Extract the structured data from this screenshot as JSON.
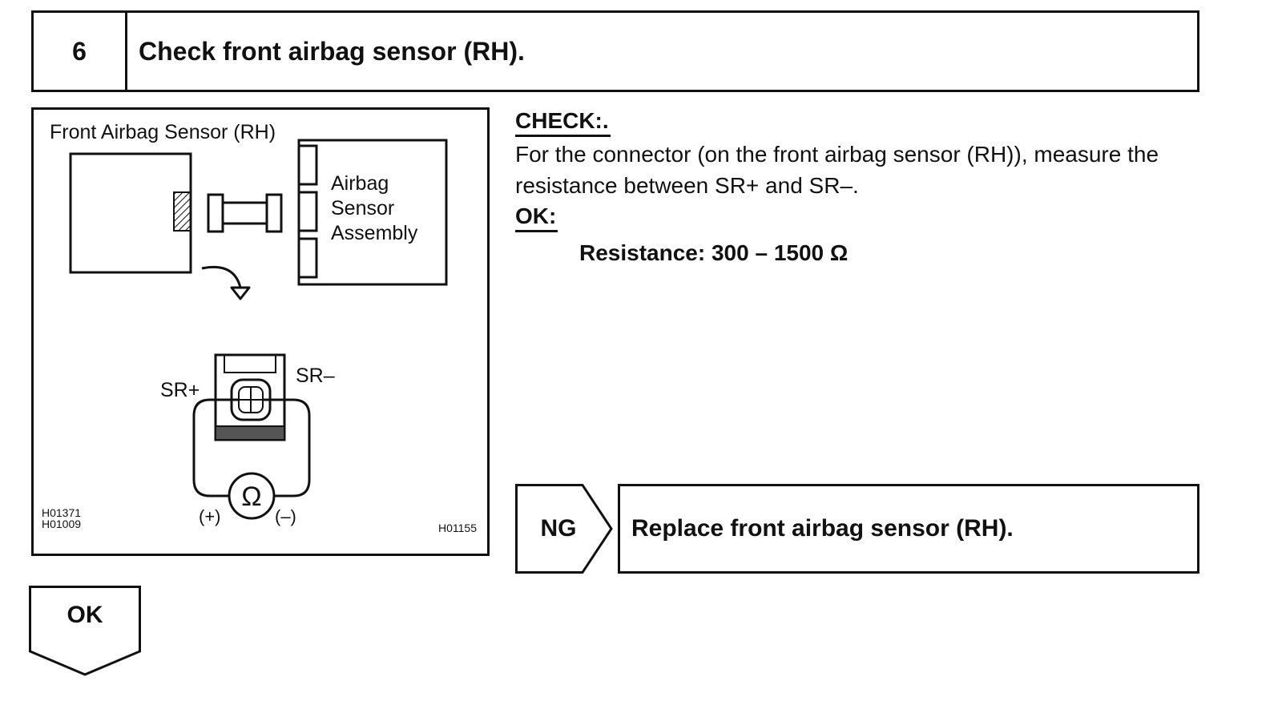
{
  "step": {
    "number": "6",
    "title": "Check front airbag sensor (RH)."
  },
  "figure": {
    "title": "Front Airbag Sensor (RH)",
    "assembly_label": [
      "Airbag",
      "Sensor",
      "Assembly"
    ],
    "terminal_pos": "SR+",
    "terminal_neg": "SR–",
    "meter_symbol": "Ω",
    "meter_pos": "(+)",
    "meter_neg": "(–)",
    "ref_codes_left": [
      "H01371",
      "H01009"
    ],
    "ref_code_right": "H01155"
  },
  "check": {
    "heading": "CHECK:.",
    "body": "For the connector (on the front airbag sensor (RH)), measure the resistance between SR+ and SR–.",
    "ok_heading": "OK:",
    "spec": "Resistance: 300 – 1500 Ω"
  },
  "ng": {
    "label": "NG",
    "result": "Replace front airbag sensor (RH)."
  },
  "ok": {
    "label": "OK"
  }
}
